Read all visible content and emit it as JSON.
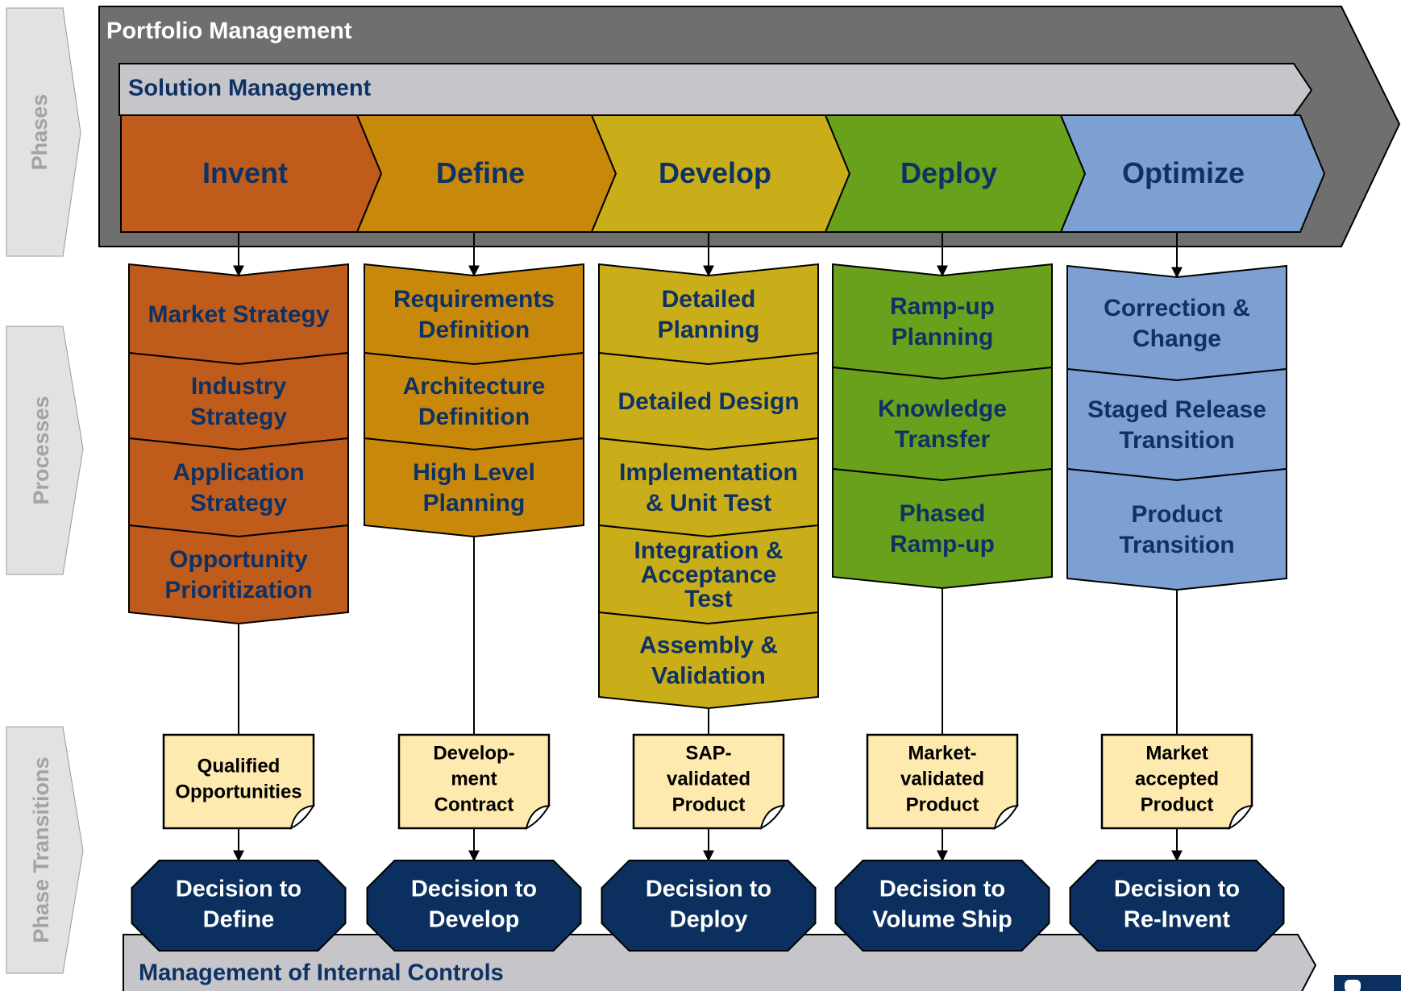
{
  "side_labels": {
    "phases": "Phases",
    "processes": "Processes",
    "transitions": "Phase Transitions"
  },
  "portfolio_label": "Portfolio Management",
  "solution_label": "Solution Management",
  "controls_label": "Management of Internal Controls",
  "colors": {
    "portfolio": "#6f6f6f",
    "solution": "#c5c5ca",
    "controls": "#c5c5ca",
    "side": "#e2e2e2",
    "side_text": "#a3a3a3",
    "text_navy": "#0e3264",
    "decision": "#0b3060",
    "document": "#feeaae"
  },
  "columns": [
    {
      "phase": "Invent",
      "color": "#bf5c1c",
      "processes": [
        [
          "Market Strategy"
        ],
        [
          "Industry",
          "Strategy"
        ],
        [
          "Application",
          "Strategy"
        ],
        [
          "Opportunity",
          "Prioritization"
        ]
      ],
      "document": [
        "Qualified",
        "Opportunities"
      ],
      "decision": [
        "Decision to",
        "Define"
      ]
    },
    {
      "phase": "Define",
      "color": "#c8890a",
      "processes": [
        [
          "Requirements",
          "Definition"
        ],
        [
          "Architecture",
          "Definition"
        ],
        [
          "High Level",
          "Planning"
        ]
      ],
      "document": [
        "Develop-",
        "ment",
        "Contract"
      ],
      "decision": [
        "Decision to",
        "Develop"
      ]
    },
    {
      "phase": "Develop",
      "color": "#c9ae19",
      "processes": [
        [
          "Detailed",
          "Planning"
        ],
        [
          "Detailed Design"
        ],
        [
          "Implementation",
          "& Unit Test"
        ],
        [
          "Integration &",
          "Acceptance",
          "Test"
        ],
        [
          "Assembly &",
          "Validation"
        ]
      ],
      "document": [
        "SAP-",
        "validated",
        "Product"
      ],
      "decision": [
        "Decision to",
        "Deploy"
      ]
    },
    {
      "phase": "Deploy",
      "color": "#69a11c",
      "processes": [
        [
          "Ramp-up",
          "Planning"
        ],
        [
          "Knowledge",
          "Transfer"
        ],
        [
          "Phased",
          "Ramp-up"
        ]
      ],
      "document": [
        "Market-",
        "validated",
        "Product"
      ],
      "decision": [
        "Decision to",
        "Volume Ship"
      ]
    },
    {
      "phase": "Optimize",
      "color": "#7ca0d1",
      "processes": [
        [
          "Correction &",
          "Change"
        ],
        [
          "Staged Release",
          "Transition"
        ],
        [
          "Product",
          "Transition"
        ]
      ],
      "document": [
        "Market",
        "accepted",
        "Product"
      ],
      "decision": [
        "Decision to",
        "Re-Invent"
      ]
    }
  ]
}
